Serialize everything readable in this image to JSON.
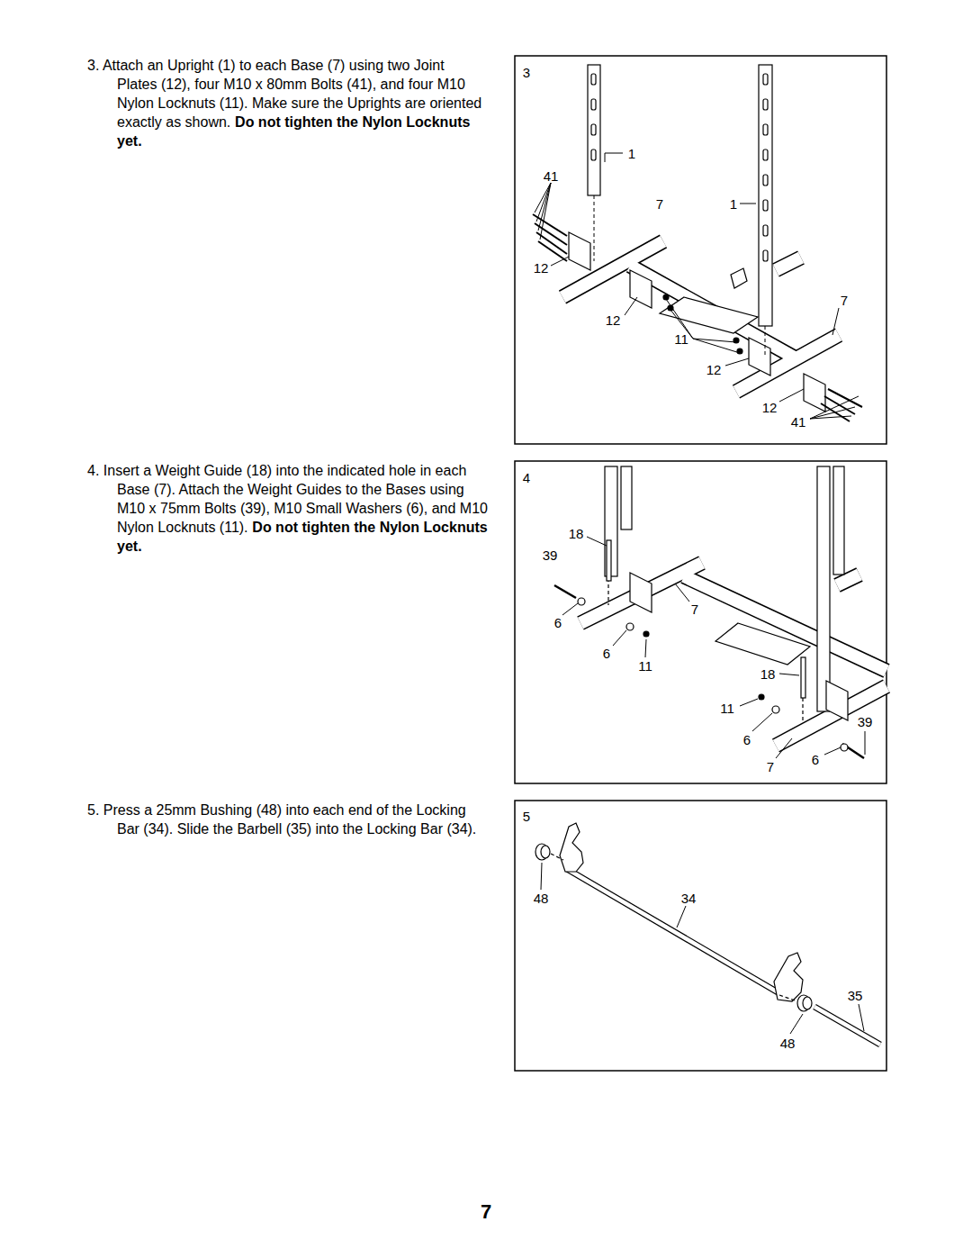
{
  "diagram": {
    "labels": [
      "3. Attach an Upright (1) to each Base (7) using two Joint Plates (12), four M10 x 80mm Bolts (41), and four M10 Nylon Locknuts (11). Make sure the Uprights are oriented exactly as shown.",
      "Do not tighten the Nylon Locknuts yet.",
      "4. Insert a Weight Guide (18) into the indicated hole in each Base (7). Attach the Weight Guides to the Bases using M10 x 75mm Bolts (39), M10 Small Washers (6), and M10 Nylon Locknuts (11).",
      "Do not tighten the Nylon Locknuts yet.",
      "5. Press a 25mm Bushing (48) into each end of the Locking Bar (34). Slide the Barbell (35) into the Locking Bar (34).",
      "3",
      "1",
      "41",
      "7",
      "1",
      "12",
      "7",
      "12",
      "11",
      "12",
      "12",
      "41",
      "4",
      "18",
      "39",
      "7",
      "6",
      "6",
      "11",
      "18",
      "11",
      "39",
      "6",
      "7",
      "6",
      "5",
      "48",
      "34",
      "35",
      "48",
      "7"
    ]
  }
}
